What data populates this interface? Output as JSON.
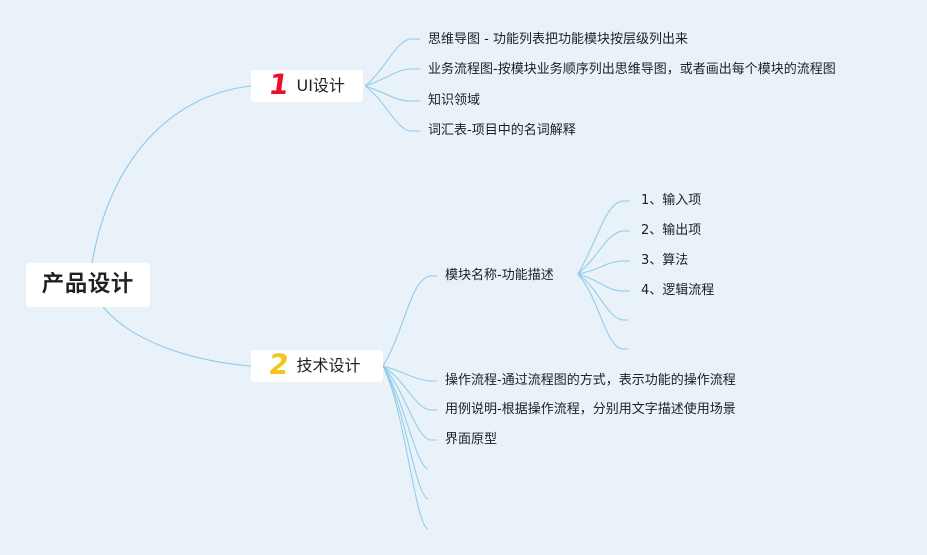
{
  "root": {
    "label": "产品设计"
  },
  "branches": [
    {
      "number": "1",
      "label": "UI设计",
      "children": [
        "思维导图 - 功能列表把功能模块按层级列出来",
        "业务流程图-按模块业务顺序列出思维导图，或者画出每个模块的流程图",
        "知识领域",
        "词汇表-项目中的名词解释"
      ]
    },
    {
      "number": "2",
      "label": "技术设计",
      "children": [
        {
          "label": "模块名称-功能描述",
          "children": [
            "1、输入项",
            "2、输出项",
            "3、算法",
            "4、逻辑流程",
            "",
            ""
          ]
        },
        "操作流程-通过流程图的方式，表示功能的操作流程",
        "用例说明-根据操作流程，分别用文字描述使用场景",
        "界面原型",
        "",
        ""
      ]
    }
  ],
  "colors": {
    "background": "#e9f1f9",
    "connector": "#8ccbea",
    "number_1": "#e8102a",
    "number_2": "#f5c31d"
  }
}
